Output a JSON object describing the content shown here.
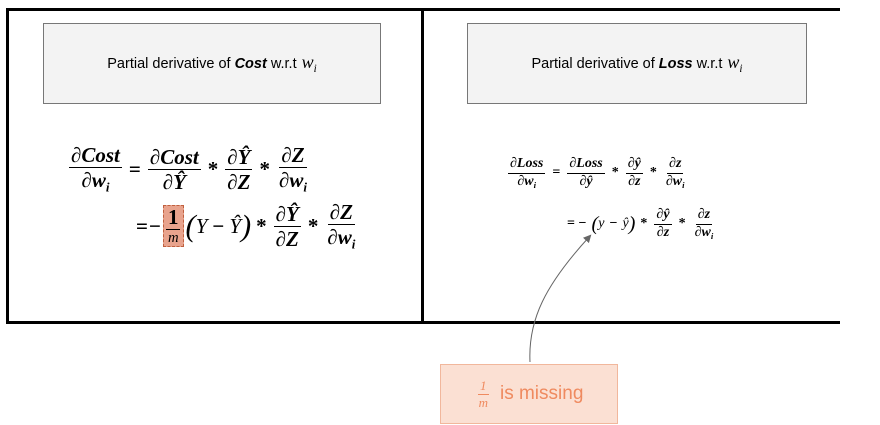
{
  "left_panel": {
    "title_prefix": "Partial derivative of",
    "title_term": "Cost",
    "title_suffix": "w.r.t",
    "title_var": "w",
    "title_var_sub": "i",
    "line1": {
      "lhs_num": "∂Cost",
      "lhs_den_d": "∂w",
      "lhs_den_sub": "i",
      "eq": "=",
      "f1_num": "∂Cost",
      "f1_den": "∂Ŷ",
      "times": "*",
      "f2_num": "∂Ŷ",
      "f2_den": "∂Z",
      "f3_num": "∂Z",
      "f3_den_d": "∂w",
      "f3_den_sub": "i"
    },
    "line2": {
      "eq": "=",
      "minus": "−",
      "hl_num": "1",
      "hl_den": "m",
      "paren_open": "(",
      "Y": "Y",
      "minus2": "−",
      "Yhat": "Ŷ",
      "paren_close": ")",
      "times": "*",
      "f2_num": "∂Ŷ",
      "f2_den": "∂Z",
      "f3_num": "∂Z",
      "f3_den_d": "∂w",
      "f3_den_sub": "i"
    }
  },
  "right_panel": {
    "title_prefix": "Partial derivative of",
    "title_term": "Loss",
    "title_suffix": "w.r.t",
    "title_var": "w",
    "title_var_sub": "i",
    "line1": {
      "lhs_num": "∂Loss",
      "lhs_den_d": "∂w",
      "lhs_den_sub": "i",
      "eq": "=",
      "f1_num": "∂Loss",
      "f1_den": "∂ŷ",
      "times": "*",
      "f2_num": "∂ŷ",
      "f2_den": "∂z",
      "f3_num": "∂z",
      "f3_den_d": "∂w",
      "f3_den_sub": "i"
    },
    "line2": {
      "eq": "= −",
      "paren_open": "(",
      "y": "y",
      "minus2": "−",
      "yhat": "ŷ",
      "paren_close": ")",
      "times": "*",
      "f2_num": "∂ŷ",
      "f2_den": "∂z",
      "f3_num": "∂z",
      "f3_den_d": "∂w",
      "f3_den_sub": "i"
    }
  },
  "annotation": {
    "frac_num": "1",
    "frac_den": "m",
    "text": "is missing"
  },
  "colors": {
    "highlight_fill": "#e8a38d",
    "note_fill": "#fbe0d3",
    "note_text": "#ef8a5f"
  }
}
